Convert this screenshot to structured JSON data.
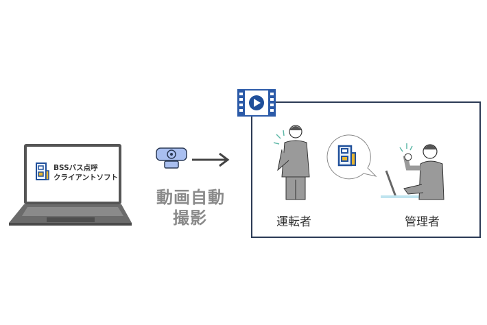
{
  "laptop": {
    "app_line1": "BSSバス点呼",
    "app_line2": "クライアントソフト"
  },
  "capture": {
    "line1": "動画自動",
    "line2": "撮影"
  },
  "video_frame": {
    "driver_label": "運転者",
    "manager_label": "管理者"
  },
  "colors": {
    "frame": "#2b3a55",
    "accent_blue": "#1f4f9a",
    "logo_yellow": "#e8b631",
    "webcam": "#a9bff0",
    "suit": "#9a9a9a"
  }
}
